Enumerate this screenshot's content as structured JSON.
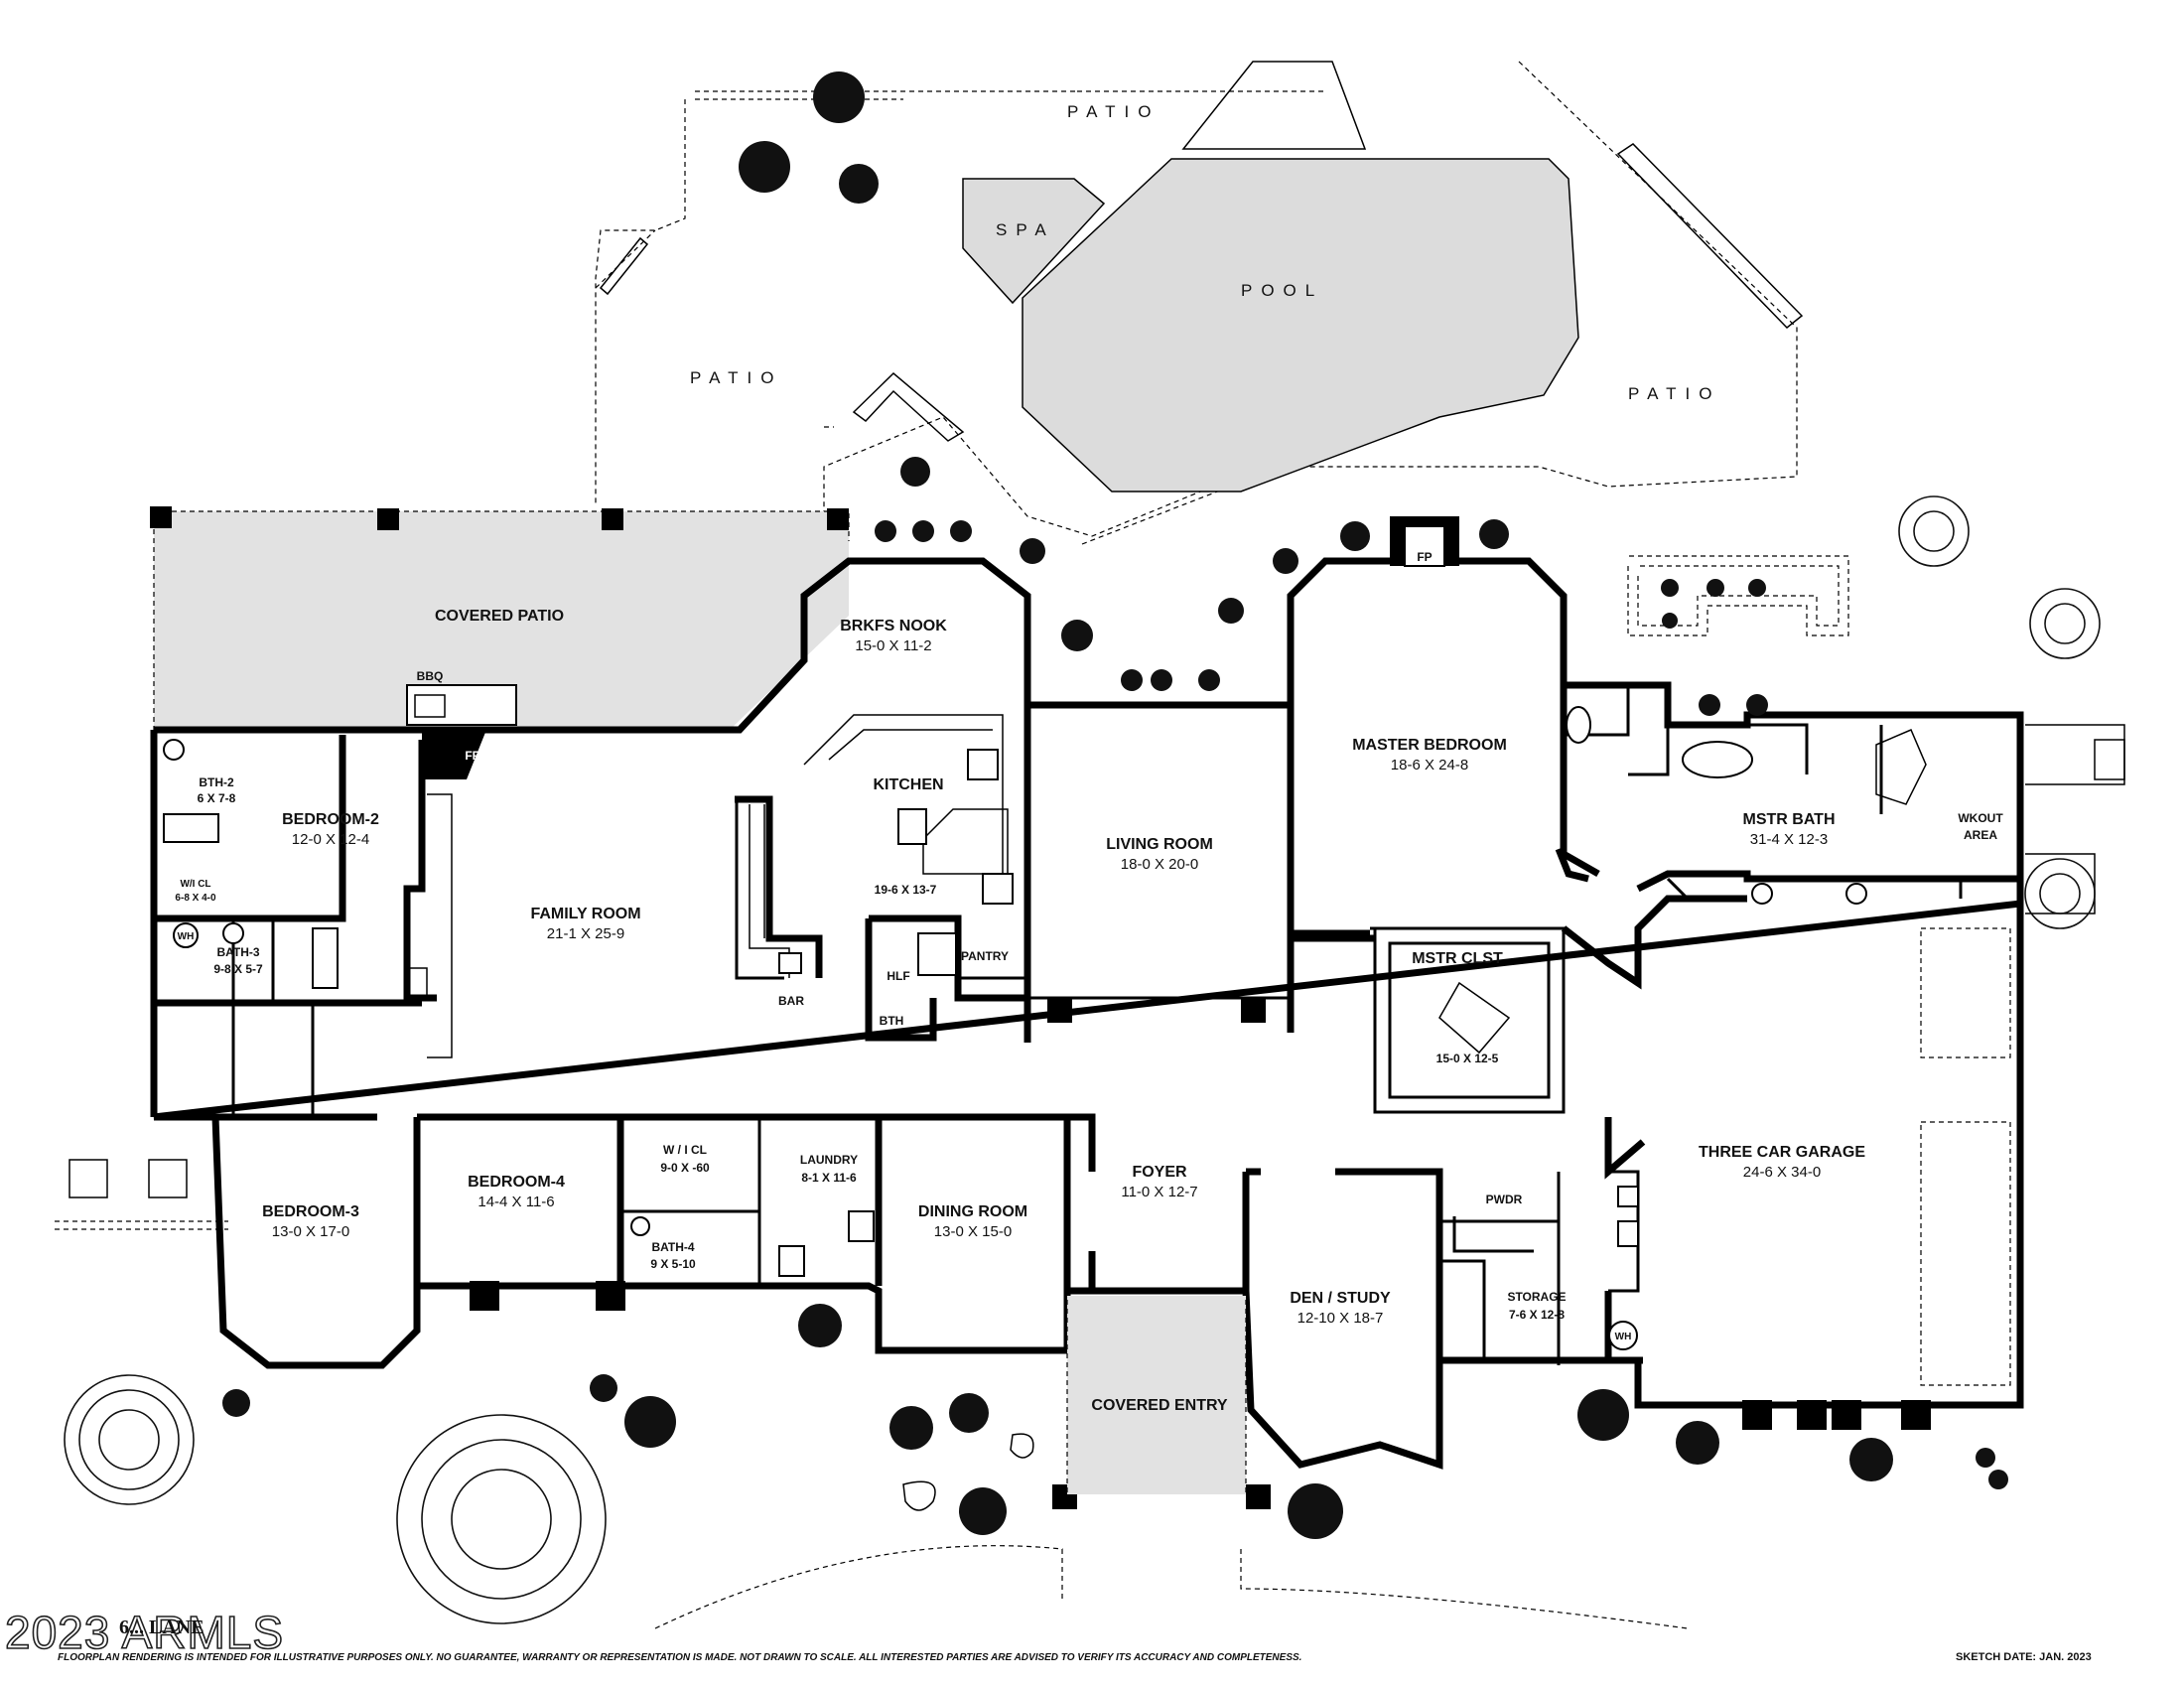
{
  "outdoor": {
    "patio_top": "PATIO",
    "patio_left": "PATIO",
    "patio_right": "PATIO",
    "spa": "SPA",
    "pool": "POOL",
    "covered_patio": "COVERED PATIO",
    "bbq": "BBQ",
    "fireplace": "FP"
  },
  "rooms": {
    "brkfs_nook": {
      "name": "BRKFS NOOK",
      "size": "15-0  X  11-2"
    },
    "kitchen": {
      "name": "KITCHEN",
      "size": "19-6 X 13-7"
    },
    "bar": {
      "name": "BAR"
    },
    "pantry": {
      "name": "PANTRY"
    },
    "hlf": {
      "name": "HLF"
    },
    "bth": {
      "name": "BTH"
    },
    "family_room": {
      "name": "FAMILY ROOM",
      "size": "21-1  X  25-9"
    },
    "living_room": {
      "name": "LIVING ROOM",
      "size": "18-0  X  20-0"
    },
    "master_bedroom": {
      "name": "MASTER BEDROOM",
      "size": "18-6  X  24-8"
    },
    "master_fp": {
      "name": "FP"
    },
    "mstr_bath": {
      "name": "MSTR BATH",
      "size": "31-4  X  12-3"
    },
    "wkout": {
      "name": "WKOUT",
      "name2": "AREA"
    },
    "mstr_clst": {
      "name": "MSTR CLST",
      "size": "15-0 X 12-5"
    },
    "bedroom2": {
      "name": "BEDROOM-2",
      "size": "12-0  X  12-4"
    },
    "bath2": {
      "name": "BTH-2",
      "size": "6 X 7-8"
    },
    "wicl_b2": {
      "name": "W/I CL",
      "size": "6-8 X 4-0"
    },
    "bath3": {
      "name": "BATH-3",
      "size": "9-8 X 5-7"
    },
    "wh1": {
      "name": "WH"
    },
    "bedroom3": {
      "name": "BEDROOM-3",
      "size": "13-0  X  17-0"
    },
    "bedroom4": {
      "name": "BEDROOM-4",
      "size": "14-4  X  11-6"
    },
    "wicl_b4": {
      "name": "W / I CL",
      "size": "9-0 X -60"
    },
    "bath4": {
      "name": "BATH-4",
      "size": "9 X 5-10"
    },
    "laundry": {
      "name": "LAUNDRY",
      "size": "8-1 X 11-6"
    },
    "dining_room": {
      "name": "DINING ROOM",
      "size": "13-0  X  15-0"
    },
    "foyer": {
      "name": "FOYER",
      "size": "11-0  X  12-7"
    },
    "covered_entry": {
      "name": "COVERED ENTRY"
    },
    "den_study": {
      "name": "DEN / STUDY",
      "size": "12-10  X 18-7"
    },
    "pwdr": {
      "name": "PWDR"
    },
    "storage": {
      "name": "STORAGE",
      "size": "7-6 X 12-8"
    },
    "wh2": {
      "name": "WH"
    },
    "garage": {
      "name": "THREE CAR GARAGE",
      "size": "24-6  X  34-0"
    }
  },
  "footer": {
    "address": "6... LANE",
    "watermark": "2023 ARMLS",
    "disclaimer": "FLOORPLAN RENDERING IS INTENDED FOR ILLUSTRATIVE PURPOSES ONLY.  NO GUARANTEE, WARRANTY OR REPRESENTATION IS MADE.  NOT DRAWN TO SCALE.  ALL INTERESTED PARTIES ARE ADVISED TO VERIFY ITS ACCURACY AND COMPLETENESS.",
    "sketch_date": "SKETCH DATE:   JAN. 2023"
  }
}
